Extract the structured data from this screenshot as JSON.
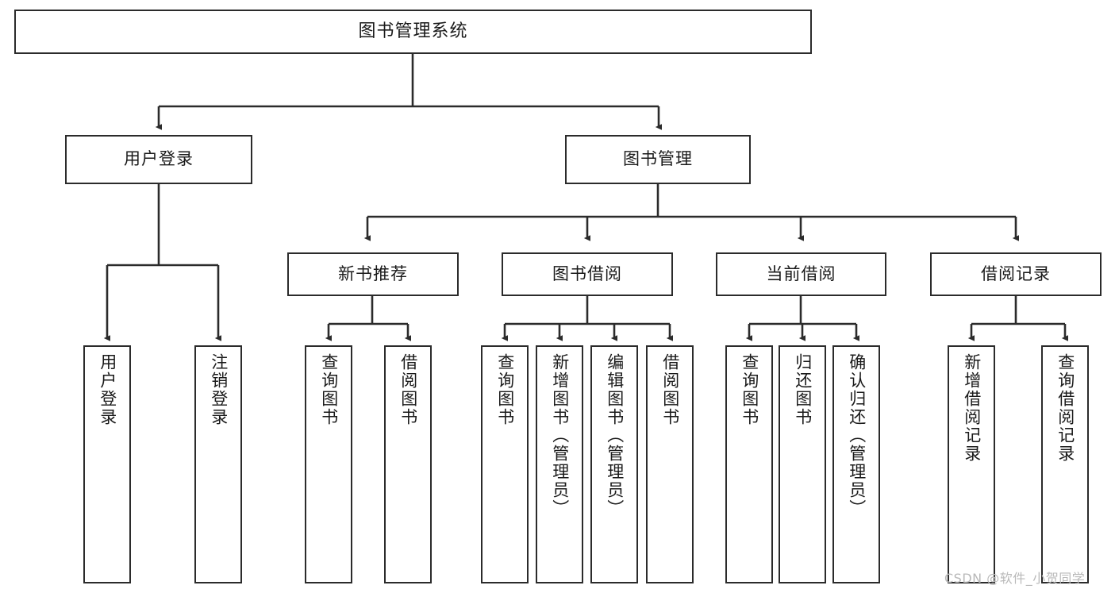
{
  "diagram": {
    "title": "图书管理系统",
    "type": "functional-structure-tree",
    "background_color": "#ffffff",
    "border_color": "#2b2b2b",
    "text_color": "#1a1a1a",
    "levels": {
      "root": {
        "label": "图书管理系统"
      },
      "level2": [
        {
          "label": "用户登录"
        },
        {
          "label": "图书管理"
        }
      ],
      "level3": [
        {
          "label": "新书推荐"
        },
        {
          "label": "图书借阅"
        },
        {
          "label": "当前借阅"
        },
        {
          "label": "借阅记录"
        }
      ],
      "leaves": {
        "user_login": [
          {
            "label": "用户登录"
          },
          {
            "label": "注销登录"
          }
        ],
        "new_book_recommend": [
          {
            "label": "查询图书"
          },
          {
            "label": "借阅图书"
          }
        ],
        "book_borrow": [
          {
            "label": "查询图书"
          },
          {
            "label": "新增图书（管理员）"
          },
          {
            "label": "编辑图书（管理员）"
          },
          {
            "label": "借阅图书"
          }
        ],
        "current_borrow": [
          {
            "label": "查询图书"
          },
          {
            "label": "归还图书"
          },
          {
            "label": "确认归还（管理员）"
          }
        ],
        "borrow_record": [
          {
            "label": "新增借阅记录"
          },
          {
            "label": "查询借阅记录"
          }
        ]
      }
    }
  },
  "watermark": {
    "text": "CSDN @软件_小贺同学",
    "color": "#b9b9b9"
  }
}
